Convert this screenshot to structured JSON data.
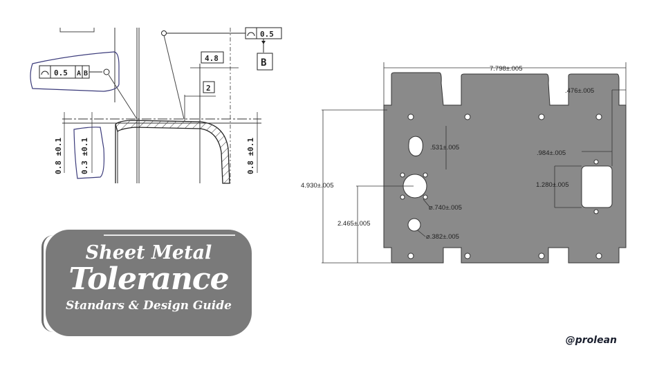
{
  "left_drawing": {
    "fcf_left": {
      "symbol": "profile-of-surface",
      "tolerance": "0.5",
      "datums": [
        "A",
        "B"
      ]
    },
    "fcf_right": {
      "symbol": "profile-of-surface",
      "tolerance": "0.5",
      "datum_label": "B"
    },
    "dim_4_8": "4.8",
    "dim_2": "2",
    "dim_left_thickness": "0.8 ±0.1",
    "dim_inner_thickness": "0.3 ±0.1",
    "dim_right_thickness": "0.8 ±0.1"
  },
  "right_drawing": {
    "panel_color": "#8a8a8a",
    "dims": {
      "overall_width": "7.798±.005",
      "edge_offset": ".476±.005",
      "overall_height": "4.930±.005",
      "half_height": "2.465±.005",
      "slot_height": ".531±.005",
      "rect_width": ".984±.005",
      "rect_height": "1.280±.005",
      "large_hole": "⌀.740±.005",
      "small_hole": "⌀.382±.005"
    }
  },
  "badge": {
    "line1": "Sheet Metal",
    "line2": "Tolerance",
    "line3": "Standars & Design Guide",
    "color": "#7a7a7a"
  },
  "watermark": "@prolean"
}
